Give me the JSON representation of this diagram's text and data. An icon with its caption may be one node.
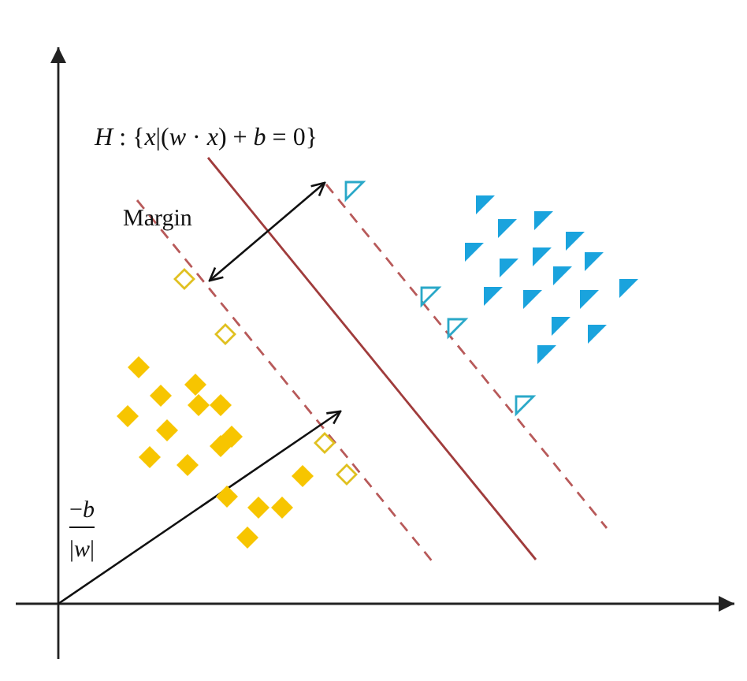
{
  "diagram": {
    "labels": [
      "*H* : {*x*|(*w* · *x*) + *b* = 0}",
      "Margin",
      "−*b*",
      "|*w*|"
    ]
  }
}
